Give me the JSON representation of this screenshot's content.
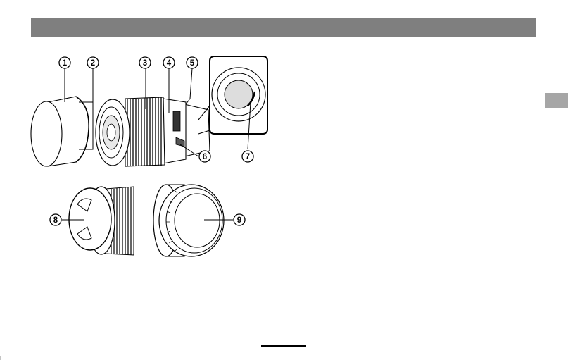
{
  "header": {
    "title": ""
  },
  "side_tab": {
    "label": ""
  },
  "callouts": [
    "1",
    "2",
    "3",
    "4",
    "5",
    "6",
    "7",
    "8",
    "9"
  ],
  "colors": {
    "header_bar": "#7f7f7f",
    "side_tab": "#a6a6a6",
    "ink": "#000000"
  }
}
